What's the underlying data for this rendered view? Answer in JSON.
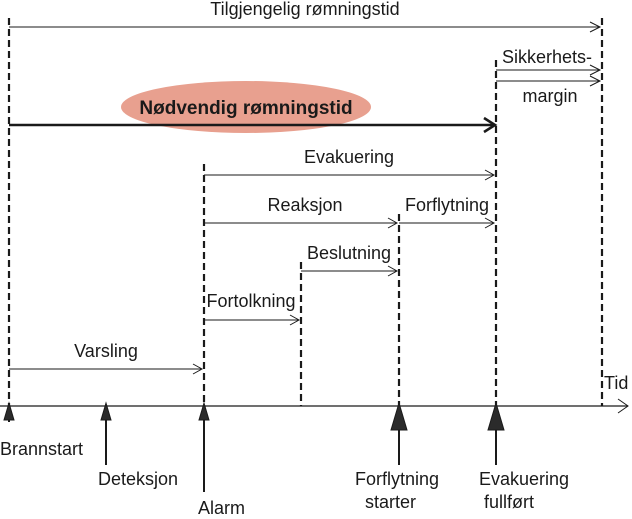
{
  "colors": {
    "ellipse_fill": "#e8a08f",
    "ink": "#1a1a1a"
  },
  "labels": {
    "available_time": "Tilgjengelig rømningstid",
    "required_time": "Nødvendig rømningstid",
    "safety_margin_line1": "Sikkerhets-",
    "safety_margin_line2": "margin",
    "evacuation": "Evakuering",
    "reaction": "Reaksjon",
    "movement": "Forflytning",
    "decision": "Beslutning",
    "interpretation": "Fortolkning",
    "warning": "Varsling",
    "time_axis": "Tid"
  },
  "events": {
    "fire_start": "Brannstart",
    "detection": "Deteksjon",
    "alarm": "Alarm",
    "movement_start_line1": "Forflytning",
    "movement_start_line2": "starter",
    "evacuation_done_line1": "Evakuering",
    "evacuation_done_line2": "fullført"
  }
}
